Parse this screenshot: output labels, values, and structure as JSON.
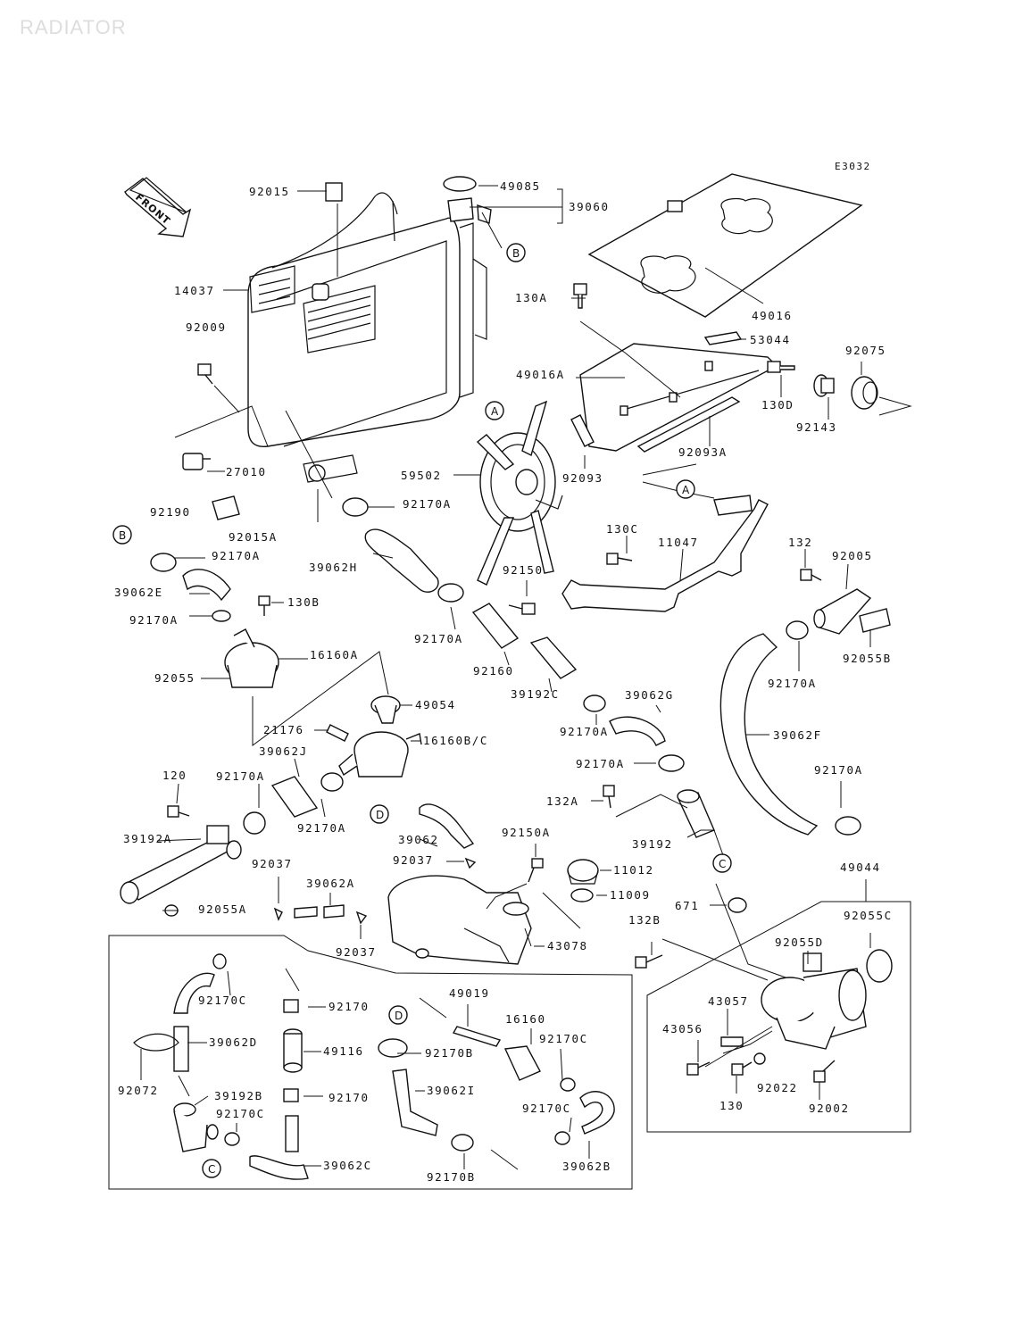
{
  "title": "RADIATOR",
  "diagram_code": "E3032",
  "front_label": "FRONT",
  "callouts": {
    "A": "A",
    "B": "B",
    "C": "C",
    "D": "D"
  },
  "parts": {
    "p92015": "92015",
    "p49085": "49085",
    "p39060": "39060",
    "p14037": "14037",
    "p92009": "92009",
    "p27010": "27010",
    "p92190": "92190",
    "p92015A": "92015A",
    "p92170A_b1": "92170A",
    "p39062E": "39062E",
    "p92170A_b2": "92170A",
    "p130B": "130B",
    "p16160A": "16160A",
    "p92055": "92055",
    "p49054": "49054",
    "p21176": "21176",
    "p16160BC": "16160B/C",
    "p39062J": "39062J",
    "p92170A_j1": "92170A",
    "p92170A_j2": "92170A",
    "p120": "120",
    "p39192A": "39192A",
    "p92037_a": "92037",
    "p39062A": "39062A",
    "p92055A": "92055A",
    "p92037_b": "92037",
    "p39062H": "39062H",
    "p92170A_h1": "92170A",
    "p92170A_h2": "92170A",
    "p59502": "59502",
    "p92150": "92150",
    "p92160": "92160",
    "p39192C": "39192C",
    "p39062G": "39062G",
    "p92170A_g": "92170A",
    "p130A": "130A",
    "p49016": "49016",
    "p49016A": "49016A",
    "p53044": "53044",
    "p92075": "92075",
    "p130D": "130D",
    "p92143": "92143",
    "p92093A": "92093A",
    "p92093": "92093",
    "p130C": "130C",
    "p11047": "11047",
    "p132": "132",
    "p92005": "92005",
    "p92055B": "92055B",
    "p92170A_f1": "92170A",
    "p39062F": "39062F",
    "p92170A_f2": "92170A",
    "p92170A_k": "92170A",
    "p132A": "132A",
    "p39192": "39192",
    "p39062": "39062",
    "p92150A": "92150A",
    "p92037_c": "92037",
    "p11012": "11012",
    "p11009": "11009",
    "p671": "671",
    "p43078": "43078",
    "p49044": "49044",
    "p92055C": "92055C",
    "p132B": "132B",
    "p92055D": "92055D",
    "p43057": "43057",
    "p43056": "43056",
    "p92022": "92022",
    "p130": "130",
    "p92002": "92002",
    "p92170C_a": "92170C",
    "p92170_a": "92170",
    "p49019": "49019",
    "p16160": "16160",
    "p92170C_b": "92170C",
    "p39062D": "39062D",
    "p49116": "49116",
    "p92170B_a": "92170B",
    "p92072": "92072",
    "p39192B": "39192B",
    "p92170C_c": "92170C",
    "p92170_b": "92170",
    "p39062I": "39062I",
    "p92170C_d": "92170C",
    "p39062C": "39062C",
    "p92170B_b": "92170B",
    "p39062B": "39062B"
  }
}
